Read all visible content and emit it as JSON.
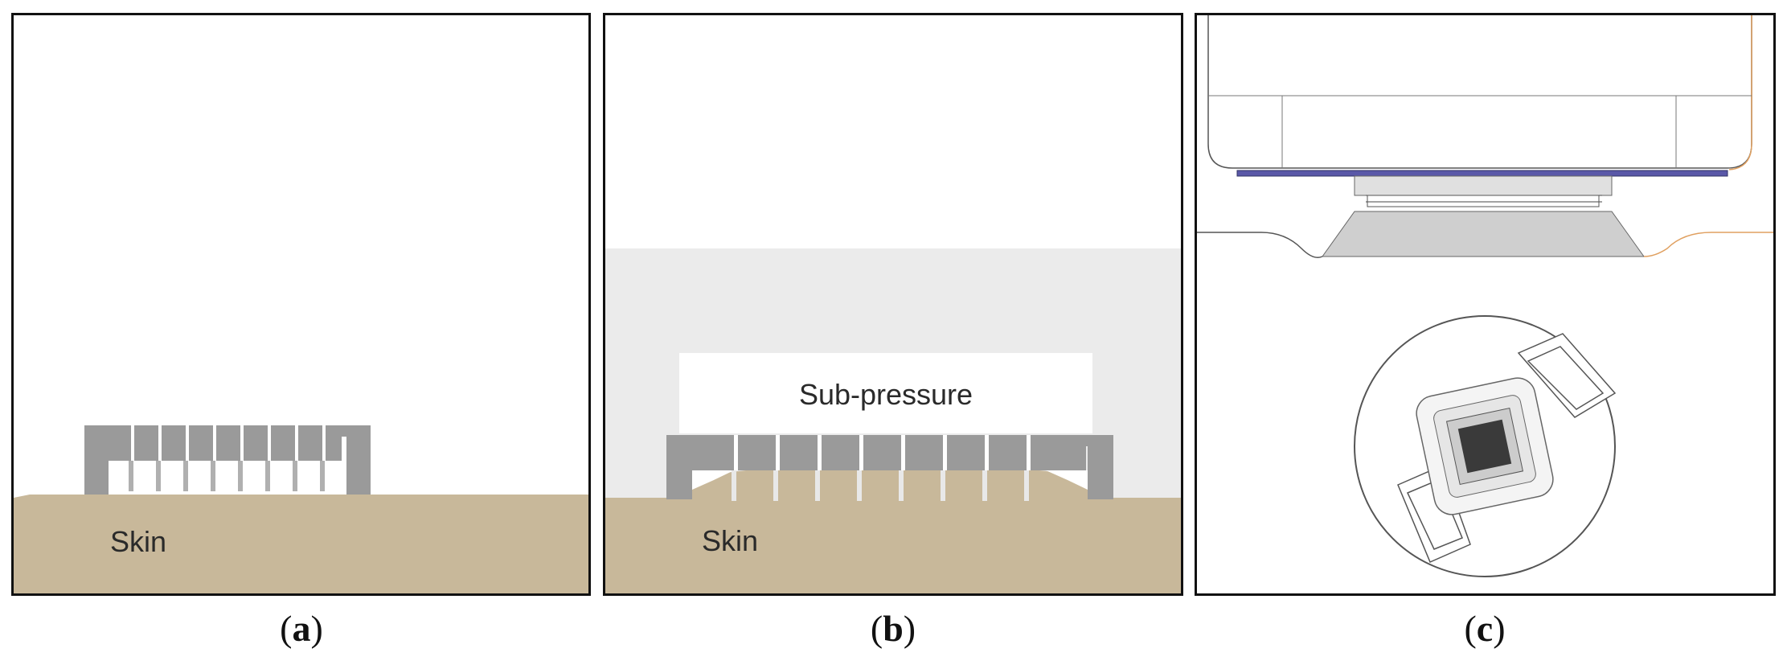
{
  "panels": {
    "a": {
      "skin_label": "Skin",
      "caption_open": "(",
      "caption_letter": "a",
      "caption_close": ")"
    },
    "b": {
      "skin_label": "Skin",
      "pressure_label": "Sub-pressure",
      "caption_open": "(",
      "caption_letter": "b",
      "caption_close": ")"
    },
    "c": {
      "caption_open": "(",
      "caption_letter": "c",
      "caption_close": ")"
    }
  },
  "colors": {
    "skin": "#c8b89a",
    "device": "#9a9a9a",
    "chamber": "#ebebeb",
    "plate": "#5a58a8",
    "outline_accent": "#e0a060"
  }
}
